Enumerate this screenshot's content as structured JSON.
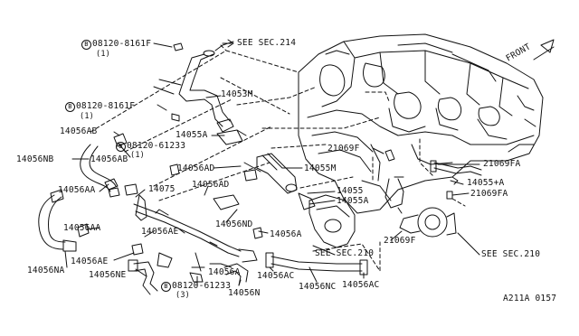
{
  "diagram": {
    "colors": {
      "line": "#111111",
      "background": "#ffffff"
    },
    "labels": {
      "bolt_top": "08120-8161F",
      "bolt_top_qty": "(1)",
      "see_sec_214": "SEE SEC.214",
      "front": "FRONT",
      "p14053M": "14053M",
      "bolt_mid": "08120-8161F",
      "bolt_mid_qty": "(1)",
      "p14056AB_a": "14056AB",
      "p14055A_a": "14055A",
      "bolt_61233_a": "08120-61233",
      "bolt_61233_a_qty": "(1)",
      "p14056NB": "14056NB",
      "p14056AB_b": "14056AB",
      "p21069F_a": "21069F",
      "p21069FA_a": "21069FA",
      "p14056AD_a": "14056AD",
      "p14055M": "14055M",
      "p14056AA_a": "14056AA",
      "p14075": "14075",
      "p14056AD_b": "14056AD",
      "p14055": "14055",
      "p14055A_b": "14055A",
      "p14055A_right": "14055+A",
      "p21069FA_b": "21069FA",
      "p14056ND": "14056ND",
      "p14056A_a": "14056A",
      "p14056AA_b": "14056AA",
      "p14056AE_a": "14056AE",
      "p21069F_b": "21069F",
      "see_sec_210_a": "SEE SEC.210",
      "see_sec_210_b": "SEE SEC.210",
      "p14056AE_b": "14056AE",
      "p14056NA": "14056NA",
      "p14056NE": "14056NE",
      "p14056A_b": "14056A",
      "p14056AC_a": "14056AC",
      "p14056NC": "14056NC",
      "p14056AC_b": "14056AC",
      "bolt_61233_b": "08120-61233",
      "bolt_61233_b_qty": "(3)",
      "p14056N": "14056N",
      "diagram_code": "A211A 0157",
      "bolt_mark": "B"
    }
  }
}
